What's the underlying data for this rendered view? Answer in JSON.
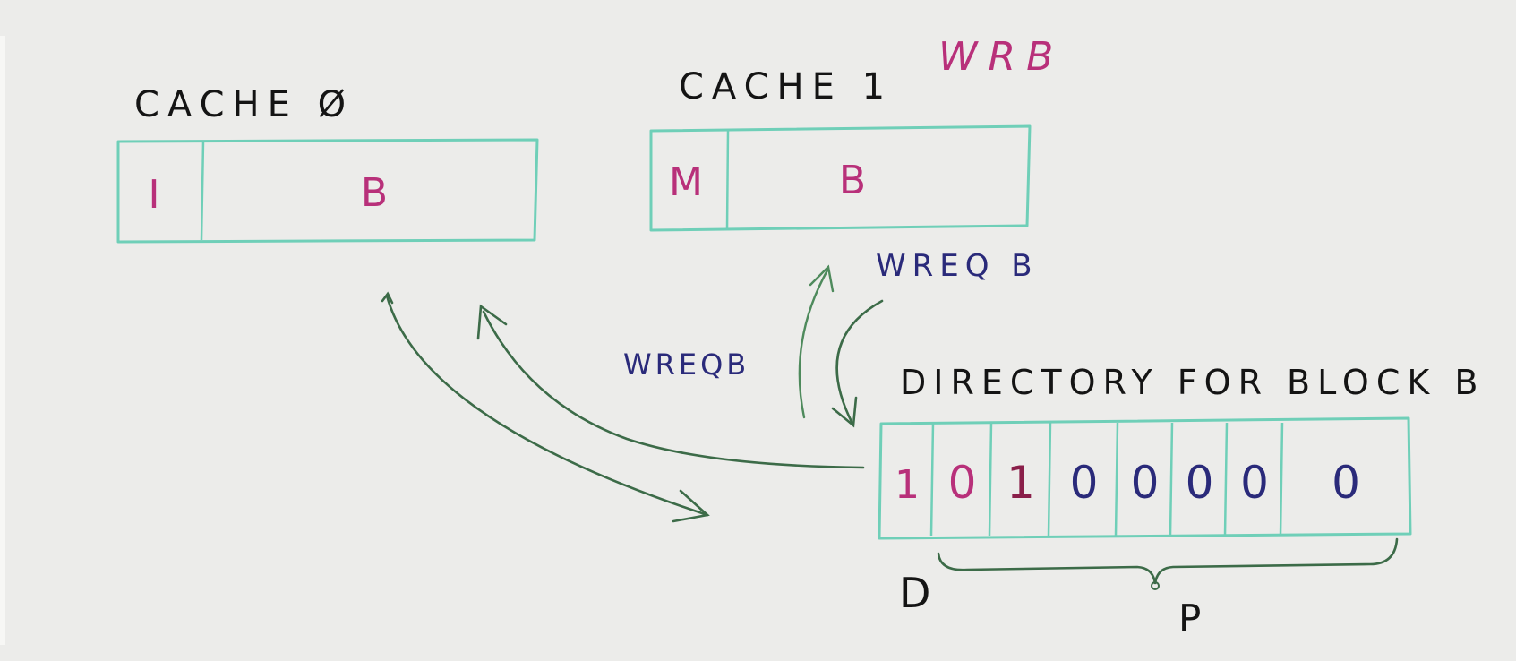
{
  "cache0": {
    "title": "CACHE Ø",
    "state": "I",
    "block": "B"
  },
  "cache1": {
    "title": "CACHE 1",
    "state": "M",
    "block": "B",
    "write_label": "WRB"
  },
  "messages": {
    "wreq_upper": "WREQ B",
    "wreq_left": "WREQB"
  },
  "directory": {
    "title": "DIRECTORY FOR BLOCK B",
    "bits": [
      "1",
      "0",
      "1",
      "0",
      "0",
      "0",
      "0",
      "0"
    ],
    "dirty_label": "D",
    "presence_label": "P"
  },
  "colors": {
    "box": "#6fcfb8",
    "arrow": "#3c6b48",
    "magenta": "#b8307a",
    "navy": "#2a2a7a",
    "ink": "#141414"
  }
}
